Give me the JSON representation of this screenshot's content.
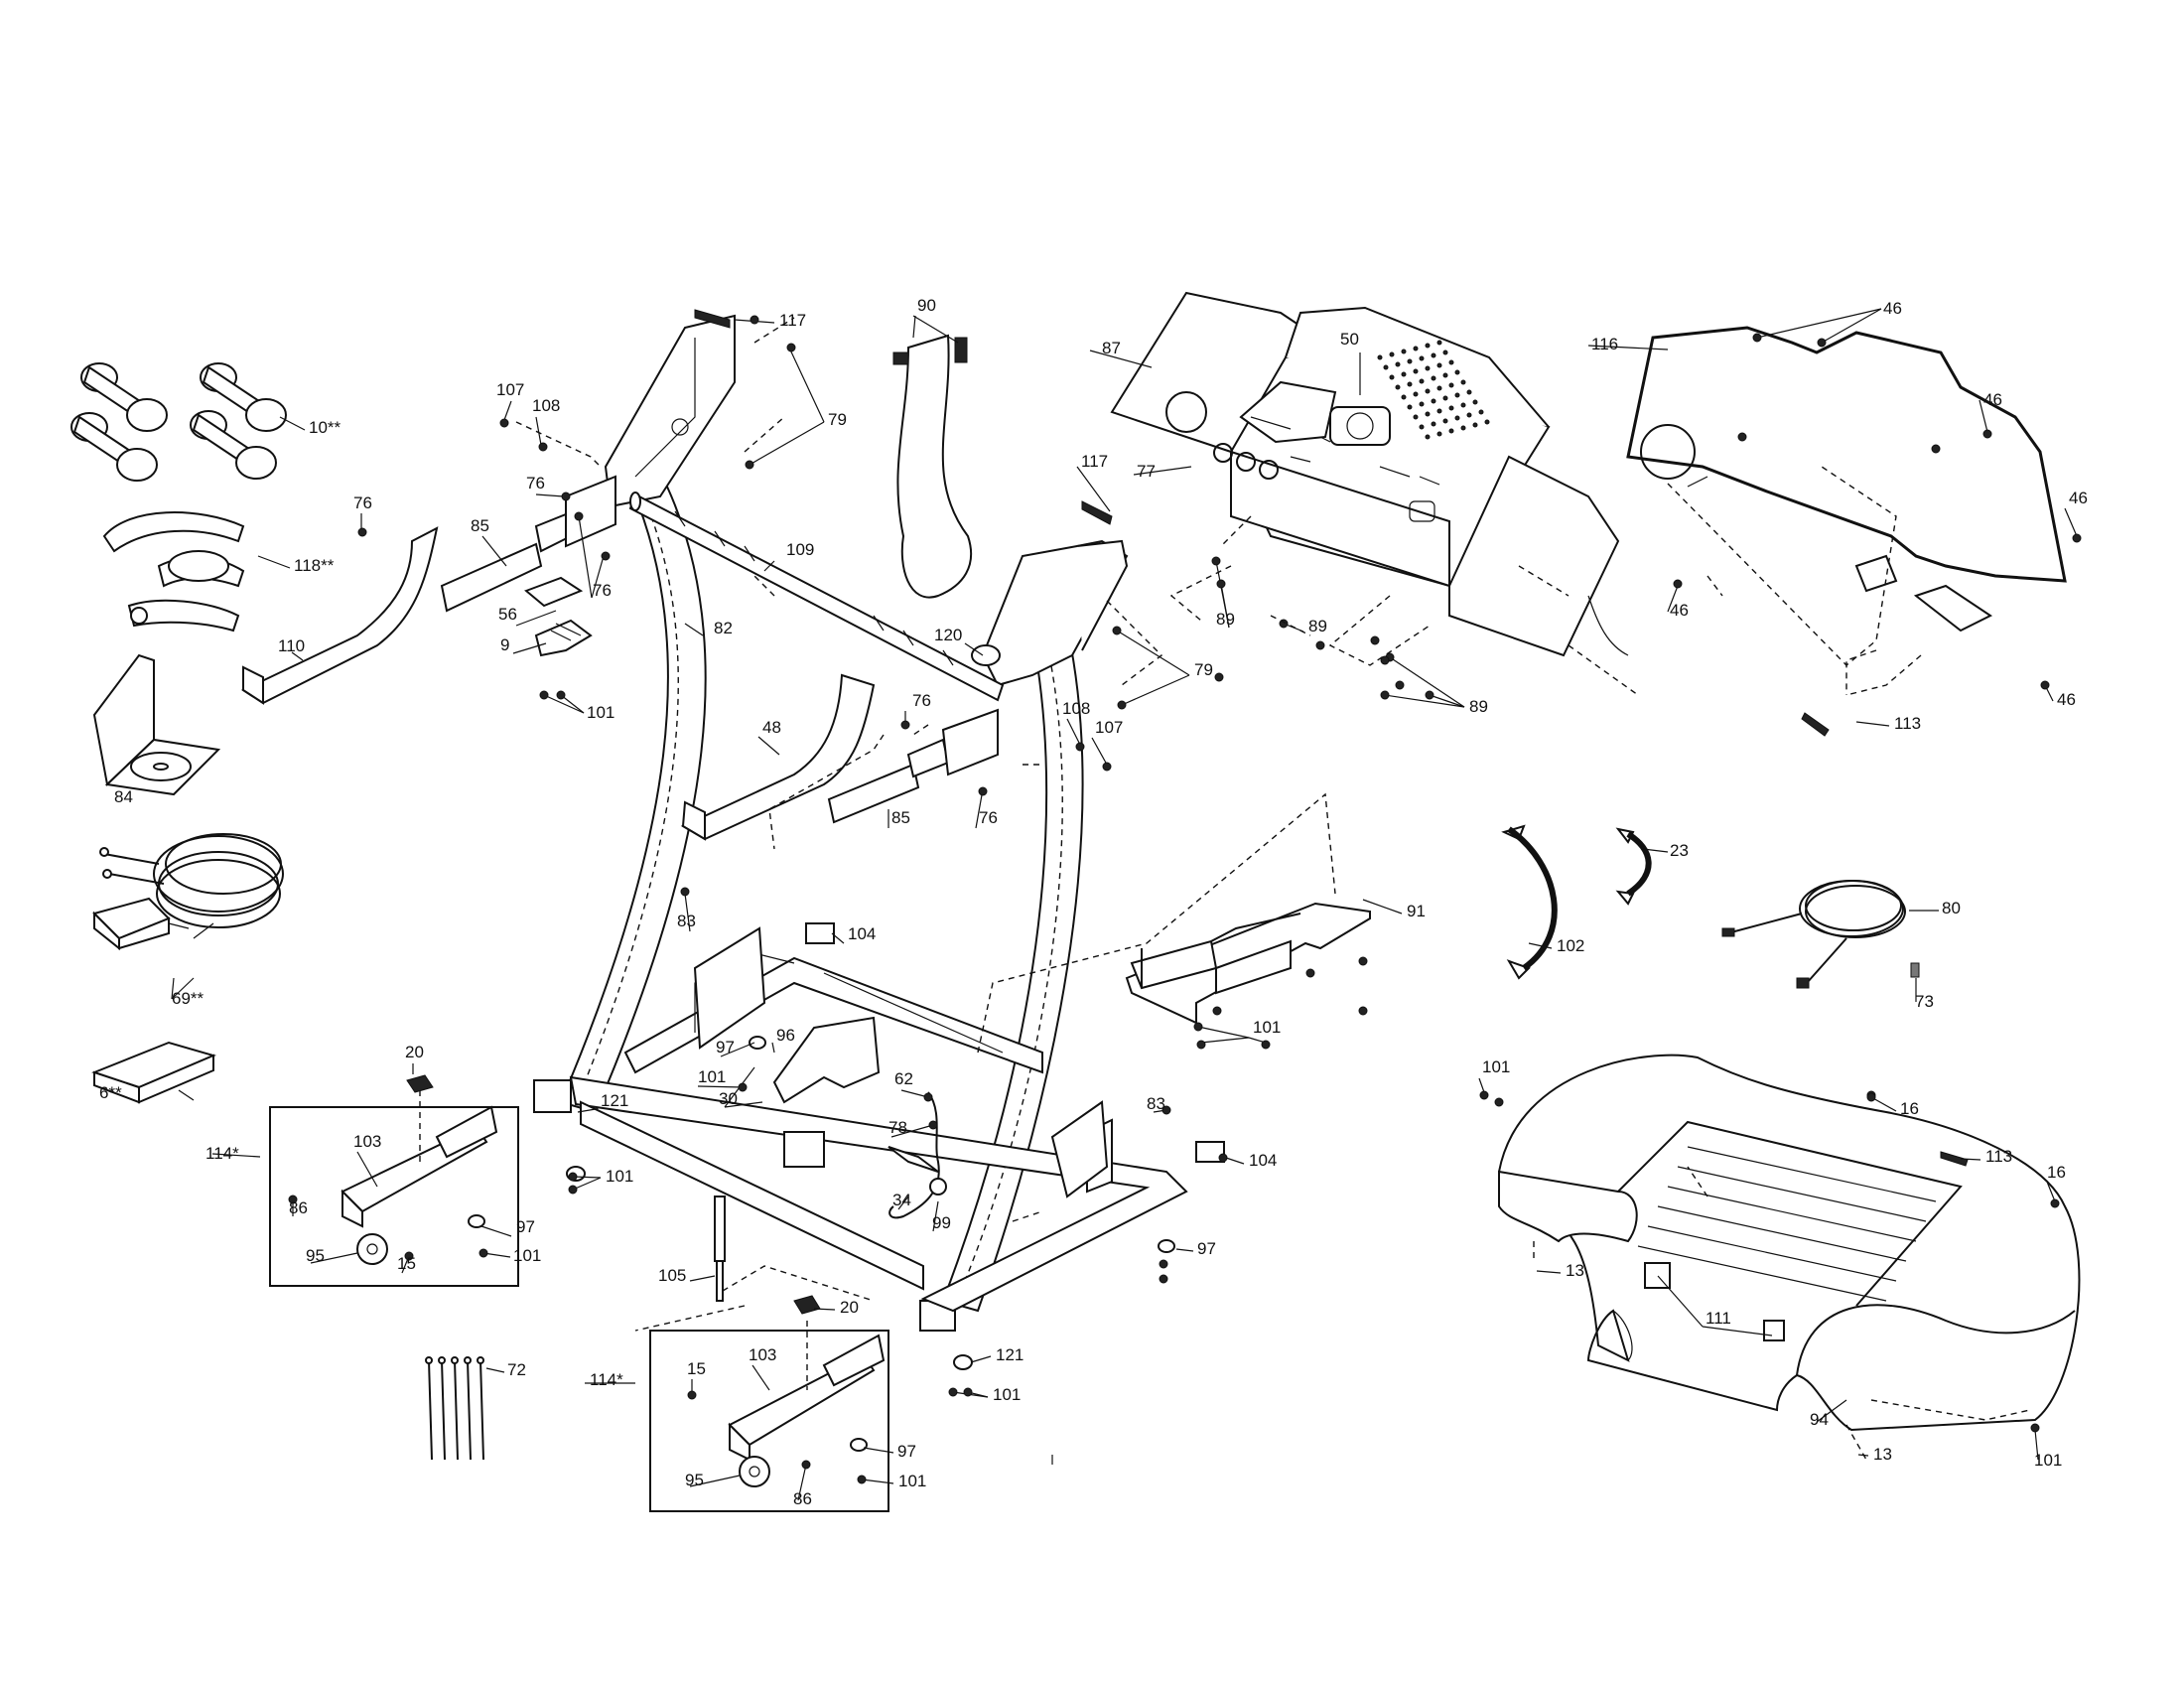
{
  "labels": {
    "l117a": "117",
    "l90": "90",
    "l87": "87",
    "l46a": "46",
    "l79a": "79",
    "l107a": "107",
    "l108a": "108",
    "l10": "10**",
    "l116": "116",
    "l50": "50",
    "l46b": "46",
    "l76a": "76",
    "l117b": "117",
    "l77": "77",
    "l76b": "76",
    "l85a": "85",
    "l109": "109",
    "l46c": "46",
    "l118": "118**",
    "l76c": "76",
    "l56": "56",
    "l82": "82",
    "l89a": "89",
    "l89b": "89",
    "l46d": "46",
    "l110": "110",
    "l9": "9",
    "l120": "120",
    "l79b": "79",
    "l46e": "46",
    "l101a": "101",
    "l76d": "76",
    "l108b": "108",
    "l89c": "89",
    "l113a": "113",
    "l48": "48",
    "l107b": "107",
    "l84": "84",
    "l85b": "85",
    "l76e": "76",
    "l23": "23",
    "l83a": "83",
    "l104a": "104",
    "l91": "91",
    "l80": "80",
    "l102": "102",
    "l69": "69**",
    "l73": "73",
    "l96": "96",
    "l97a": "97",
    "l101b": "101",
    "l101c": "101",
    "l20a": "20",
    "l62": "62",
    "l30": "30",
    "l78": "78",
    "l83b": "83",
    "l16a": "16",
    "l6": "6**",
    "l121a": "121",
    "l114a": "114*",
    "l103a": "103",
    "l101d": "101",
    "l104b": "104",
    "l113b": "113",
    "l16b": "16",
    "l86a": "86",
    "l34": "34",
    "l99": "99",
    "l97b": "97",
    "l95a": "95",
    "l15a": "15",
    "l101e": "101",
    "l97c": "97",
    "l101f": "101",
    "l13a": "13",
    "l105": "105",
    "l20b": "20",
    "l111": "111",
    "l121b": "121",
    "l72": "72",
    "l15b": "15",
    "l103b": "103",
    "l114b": "114*",
    "l101g": "101",
    "l94": "94",
    "l97d": "97",
    "l95b": "95",
    "l101h": "101",
    "l13b": "13",
    "l86b": "86",
    "l101i": "101"
  }
}
